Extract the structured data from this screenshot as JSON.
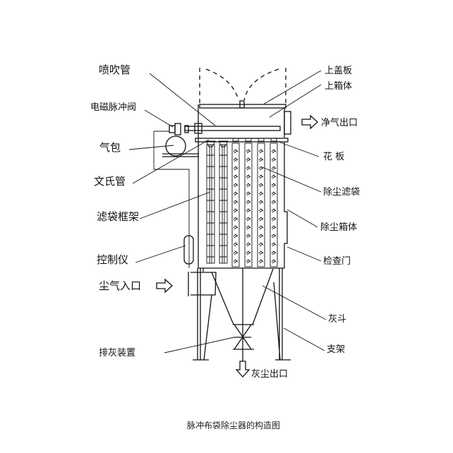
{
  "title": "脉冲布袋除尘器的构造图",
  "left_labels": {
    "blow_pipe": "喷吹管",
    "pulse_valve": "电磁脉冲阀",
    "air_bag": "气包",
    "venturi": "文氏管",
    "bag_frame": "滤袋框架",
    "controller": "控制仪",
    "dust_inlet": "尘气入口",
    "discharge_device": "排灰装置"
  },
  "right_labels": {
    "top_cover": "上盖板",
    "upper_box": "上箱体",
    "clean_outlet": "净气出口",
    "tube_sheet": "花 板",
    "filter_bag": "除尘滤袋",
    "dust_box": "除尘箱体",
    "inspection_door": "检查门",
    "hopper": "灰斗",
    "support": "支架"
  },
  "bottom_labels": {
    "dust_outlet": "灰尘出口"
  }
}
